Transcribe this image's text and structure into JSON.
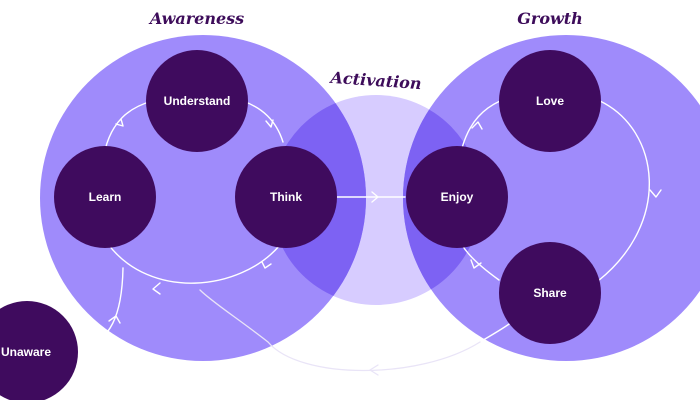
{
  "colors": {
    "big_circle": "#9f8bfb",
    "overlap": "#7d62f3",
    "activation_circle": "#d7ccff",
    "node": "#3f0b5e",
    "title": "#3d0c5a",
    "flow_line": "#ffffff",
    "return_line": "#e9e4f7"
  },
  "stages": {
    "awareness": "Awareness",
    "activation": "Activation",
    "growth": "Growth"
  },
  "nodes": {
    "understand": "Understand",
    "learn": "Learn",
    "think": "Think",
    "enjoy": "Enjoy",
    "love": "Love",
    "share": "Share",
    "unaware": "Unaware"
  }
}
